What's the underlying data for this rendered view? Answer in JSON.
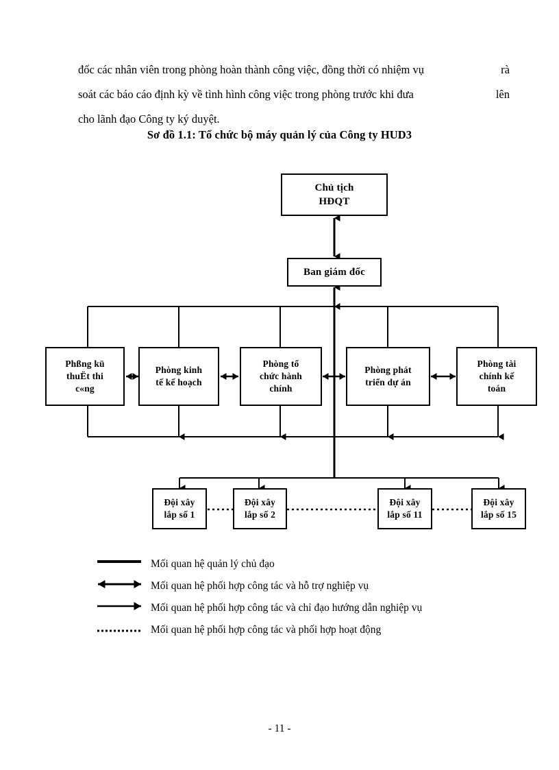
{
  "document": {
    "body_paragraph": {
      "line1": "đốc các nhân viên trong phòng hoàn thành công việc, đồng thời có nhiệm vụ rà",
      "line1_a": "đốc các nhân viên trong phòng hoàn thành công việc, đồng thời có nhiệm vụ",
      "line1_b": "rà",
      "line2_a": "soát các báo cáo định kỳ về tình hình công việc trong phòng trước khi đưa",
      "line2_b": "lên",
      "line3": "cho lãnh đạo Công ty ký duyệt."
    },
    "figure_title": "Sơ đồ 1.1: Tổ chức bộ máy quản lý của Công ty HUD3",
    "page_number": "- 11 -"
  },
  "chart_data": {
    "type": "diagram",
    "title": "Sơ đồ 1.1: Tổ chức bộ máy quản lý của Công ty HUD3",
    "nodes": [
      {
        "id": "chairman",
        "line1": "Chủ tịch",
        "line2": "HĐQT",
        "level": 1
      },
      {
        "id": "board",
        "line1": "Ban giám đốc",
        "line2": "",
        "level": 2
      },
      {
        "id": "dept1",
        "line1": "Phßng kü",
        "line2": "thuËt thi",
        "line3": "c«ng",
        "level": 3
      },
      {
        "id": "dept2",
        "line1": "Phòng kinh",
        "line2": "tế kế hoạch",
        "line3": "",
        "level": 3
      },
      {
        "id": "dept3",
        "line1": "Phòng tổ",
        "line2": "chức hành",
        "line3": "chính",
        "level": 3
      },
      {
        "id": "dept4",
        "line1": "Phòng phát",
        "line2": "triển dự án",
        "line3": "",
        "level": 3
      },
      {
        "id": "dept5",
        "line1": "Phòng tài",
        "line2": "chính kế",
        "line3": "toán",
        "level": 3
      },
      {
        "id": "team1",
        "line1": "Đội xây",
        "line2": "lắp số 1",
        "level": 4
      },
      {
        "id": "team2",
        "line1": "Đội xây",
        "line2": "lắp số 2",
        "level": 4
      },
      {
        "id": "team11",
        "line1": "Đội xây",
        "line2": "lắp số 11",
        "level": 4
      },
      {
        "id": "team15",
        "line1": "Đội xây",
        "line2": "lắp số 15",
        "level": 4
      }
    ],
    "edges": [
      {
        "from": "chairman",
        "to": "board",
        "style": "double-arrow"
      },
      {
        "from": "board",
        "to": "dept-bus",
        "style": "double-arrow"
      },
      {
        "from": "dept1",
        "to": "dept2",
        "style": "double-arrow"
      },
      {
        "from": "dept2",
        "to": "dept3",
        "style": "double-arrow"
      },
      {
        "from": "dept3",
        "to": "dept4",
        "style": "double-arrow"
      },
      {
        "from": "dept4",
        "to": "dept5",
        "style": "double-arrow"
      },
      {
        "from": "team1",
        "to": "team2",
        "style": "dotted"
      },
      {
        "from": "team2",
        "to": "team11",
        "style": "dotted"
      },
      {
        "from": "team11",
        "to": "team15",
        "style": "dotted"
      }
    ]
  },
  "legend": {
    "items": [
      {
        "marker": "solid-line",
        "text": "Mối quan hệ quản lý chủ đạo"
      },
      {
        "marker": "double-arrow-line",
        "text": "Mối quan hệ phối hợp công tác và hỗ trợ nghiệp vụ"
      },
      {
        "marker": "single-arrow-line",
        "text": "Mối quan hệ phối hợp công tác và chỉ đạo hướng dẫn nghiệp vụ"
      },
      {
        "marker": "dotted-line",
        "text": "Mối quan hệ phối hợp công tác và phối hợp hoạt động"
      }
    ]
  }
}
